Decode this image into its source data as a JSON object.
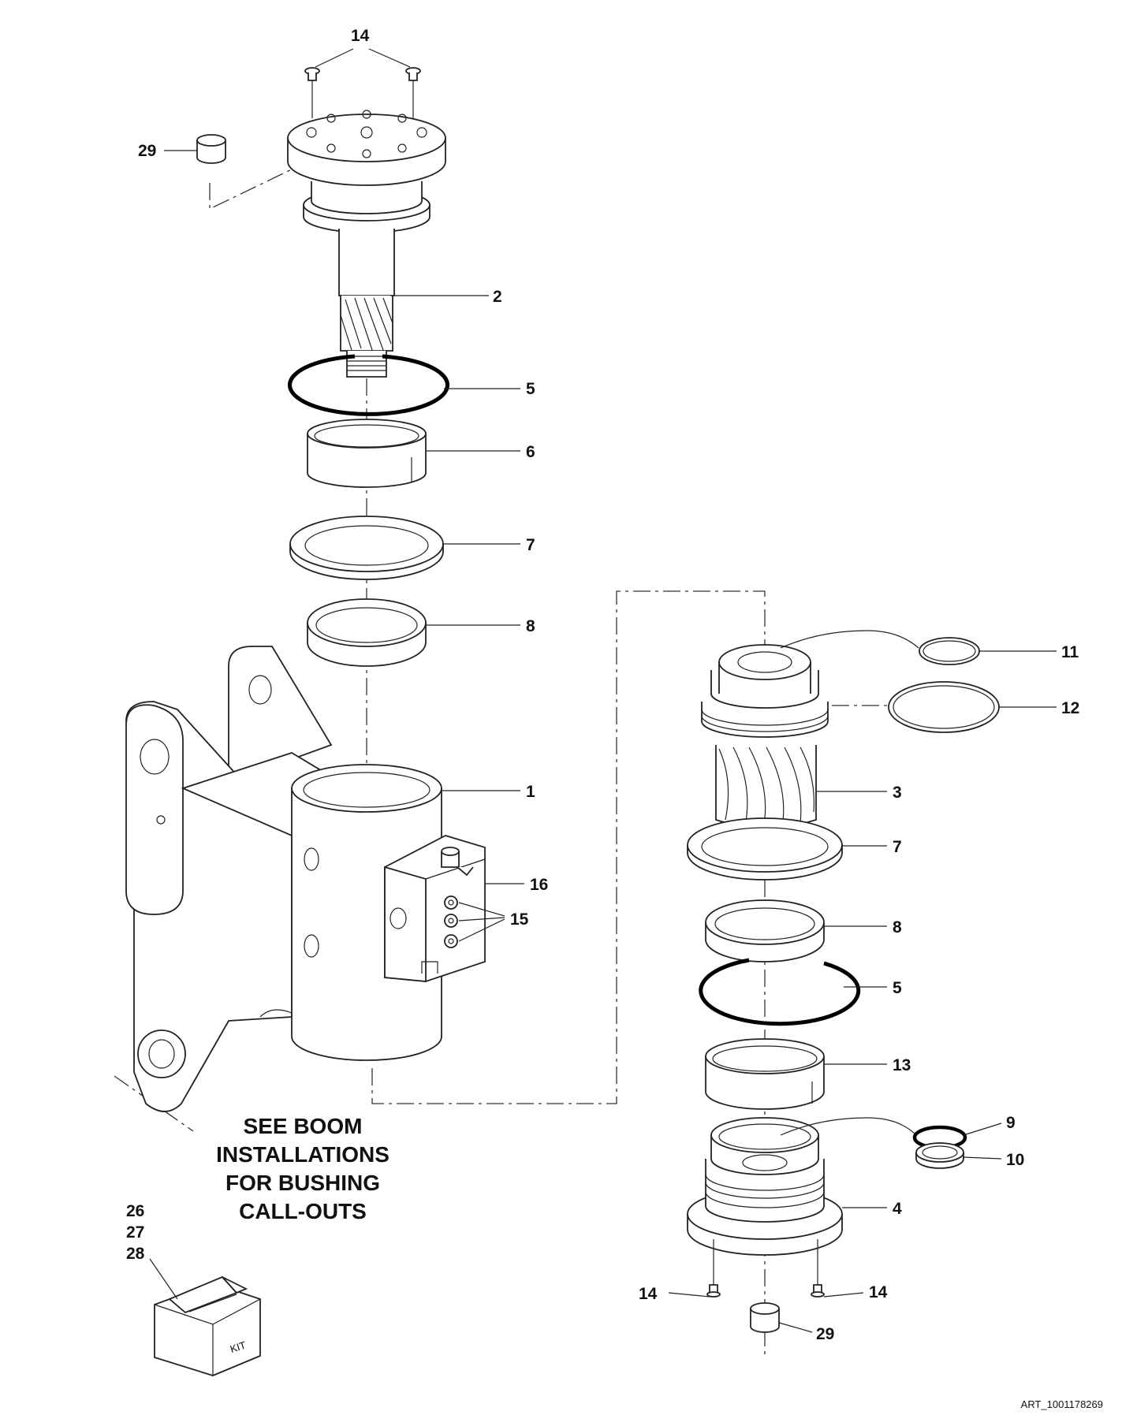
{
  "callouts": {
    "c14_top": "14",
    "c29_top": "29",
    "c2": "2",
    "c5_top": "5",
    "c6": "6",
    "c7_top": "7",
    "c8_top": "8",
    "c1": "1",
    "c16": "16",
    "c15": "15",
    "c11": "11",
    "c12": "12",
    "c3": "3",
    "c7_right": "7",
    "c8_right": "8",
    "c5_right": "5",
    "c13": "13",
    "c9": "9",
    "c10": "10",
    "c4": "4",
    "c14_left": "14",
    "c14_right": "14",
    "c29_bottom": "29",
    "c26": "26",
    "c27": "27",
    "c28": "28"
  },
  "note": {
    "line1": "SEE BOOM",
    "line2": "INSTALLATIONS",
    "line3": "FOR BUSHING",
    "line4": "CALL-OUTS"
  },
  "kit_label": "KIT",
  "art_id": "ART_1001178269"
}
